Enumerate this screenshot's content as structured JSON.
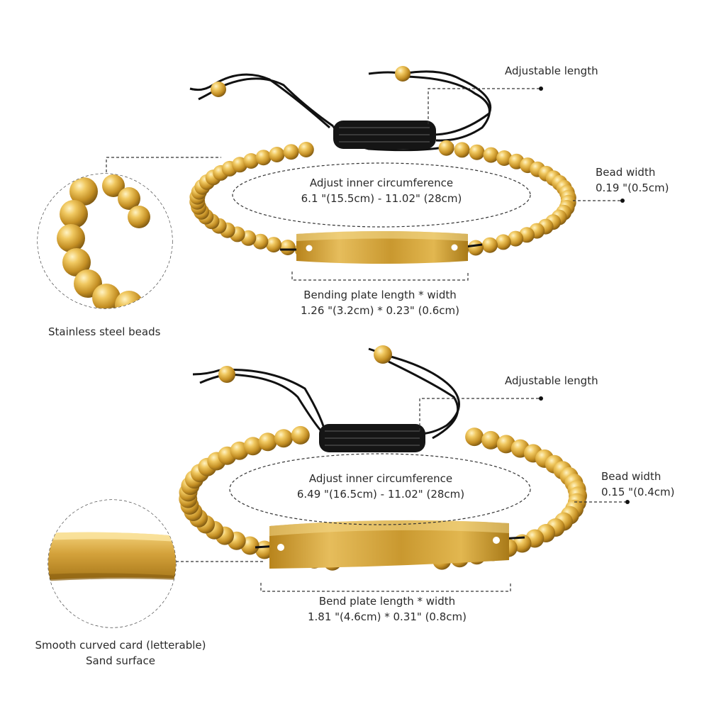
{
  "top": {
    "adjustable_label": "Adjustable length",
    "circumference_title": "Adjust inner circumference",
    "circumference_value": "6.1 \"(15.5cm) - 11.02\" (28cm)",
    "bead_width_label": "Bead width",
    "bead_width_value": "0.19 \"(0.5cm)",
    "plate_title": "Bending plate length * width",
    "plate_value": "1.26 \"(3.2cm) * 0.23\" (0.6cm)",
    "detail_caption": "Stainless steel beads"
  },
  "bottom": {
    "adjustable_label": "Adjustable length",
    "circumference_title": "Adjust inner circumference",
    "circumference_value": "6.49 \"(16.5cm) - 11.02\" (28cm)",
    "bead_width_label": "Bead width",
    "bead_width_value": "0.15 \"(0.4cm)",
    "plate_title": "Bend plate length * width",
    "plate_value": "1.81 \"(4.6cm) * 0.31\" (0.8cm)",
    "detail_caption_line1": "Smooth curved card (letterable)",
    "detail_caption_line2": "Sand surface"
  },
  "colors": {
    "gold": "#d9a93a",
    "gold_light": "#f6dc8a",
    "gold_dark": "#8a6418",
    "cord": "#111111",
    "dash": "#333333"
  }
}
